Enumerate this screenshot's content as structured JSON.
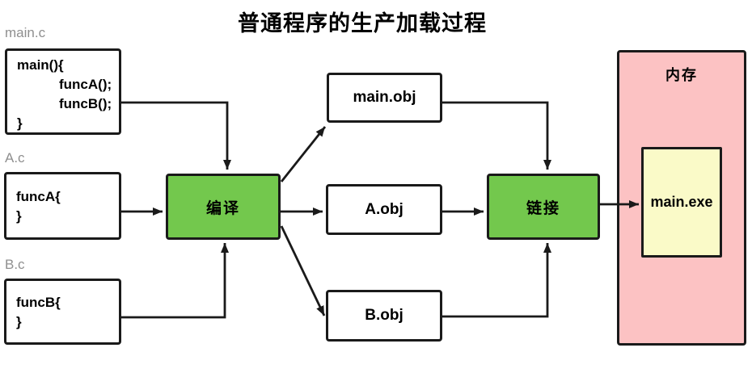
{
  "title": "普通程序的生产加载过程",
  "source_files": [
    {
      "name": "main.c",
      "lines": [
        "main(){",
        "funcA();",
        "funcB();",
        "}"
      ]
    },
    {
      "name": "A.c",
      "lines": [
        "funcA{",
        "}"
      ]
    },
    {
      "name": "B.c",
      "lines": [
        "funcB{",
        "}"
      ]
    }
  ],
  "stages": {
    "compile": "编译",
    "link": "链接"
  },
  "object_files": [
    "main.obj",
    "A.obj",
    "B.obj"
  ],
  "memory": {
    "label": "内存",
    "exe_label": "main.exe"
  },
  "colors": {
    "stage_fill": "#73c84d",
    "memory_fill": "#fcc2c3",
    "exe_fill": "#fafac8",
    "box_border": "#1a1a1a",
    "arrow": "#1a1a1a",
    "file_label_text": "#8f8f8f",
    "background": "#ffffff"
  }
}
